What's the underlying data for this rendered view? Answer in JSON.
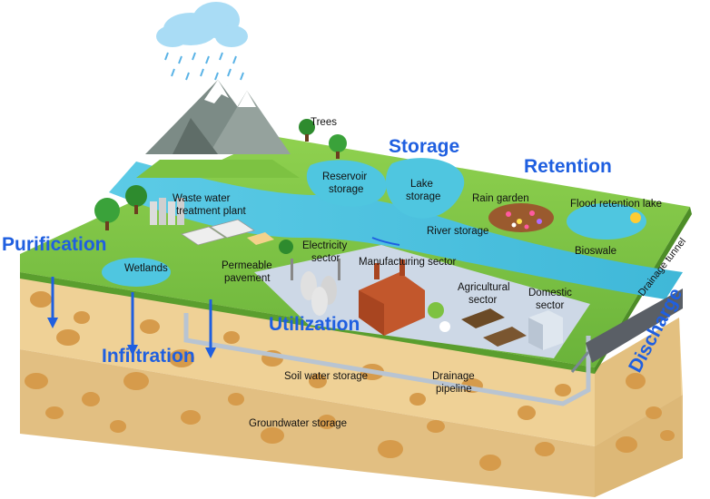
{
  "diagram": {
    "headings": {
      "storage": "Storage",
      "retention": "Retention",
      "purification": "Purification",
      "infiltration": "Infiltration",
      "utilization": "Utilization",
      "discharge": "Discharge"
    },
    "labels": {
      "trees": "Trees",
      "reservoir_1": "Reservoir",
      "reservoir_2": "storage",
      "lake_1": "Lake",
      "lake_2": "storage",
      "rain_garden": "Rain garden",
      "flood_lake": "Flood retention lake",
      "wwtp_1": "Waste water",
      "wwtp_2": "treatment plant",
      "river_storage": "River storage",
      "bioswale": "Bioswale",
      "wetlands": "Wetlands",
      "permeable_1": "Permeable",
      "permeable_2": "pavement",
      "electricity_1": "Electricity",
      "electricity_2": "sector",
      "manufacturing": "Manufacturing sector",
      "agricultural_1": "Agricultural",
      "agricultural_2": "sector",
      "domestic_1": "Domestic",
      "domestic_2": "sector",
      "drainage_tunnel": "Drainage tunnel",
      "soil_water": "Soil water storage",
      "drainage_pipeline_1": "Drainage",
      "drainage_pipeline_2": "pipeline",
      "groundwater": "Groundwater storage"
    },
    "colors": {
      "heading_blue": "#1f5fe0",
      "grass": "#7dc242",
      "water": "#4fc6e0",
      "soil_upper": "#efd196",
      "soil_lower": "#e2bf82",
      "pebbles": "#d69b4b"
    }
  }
}
